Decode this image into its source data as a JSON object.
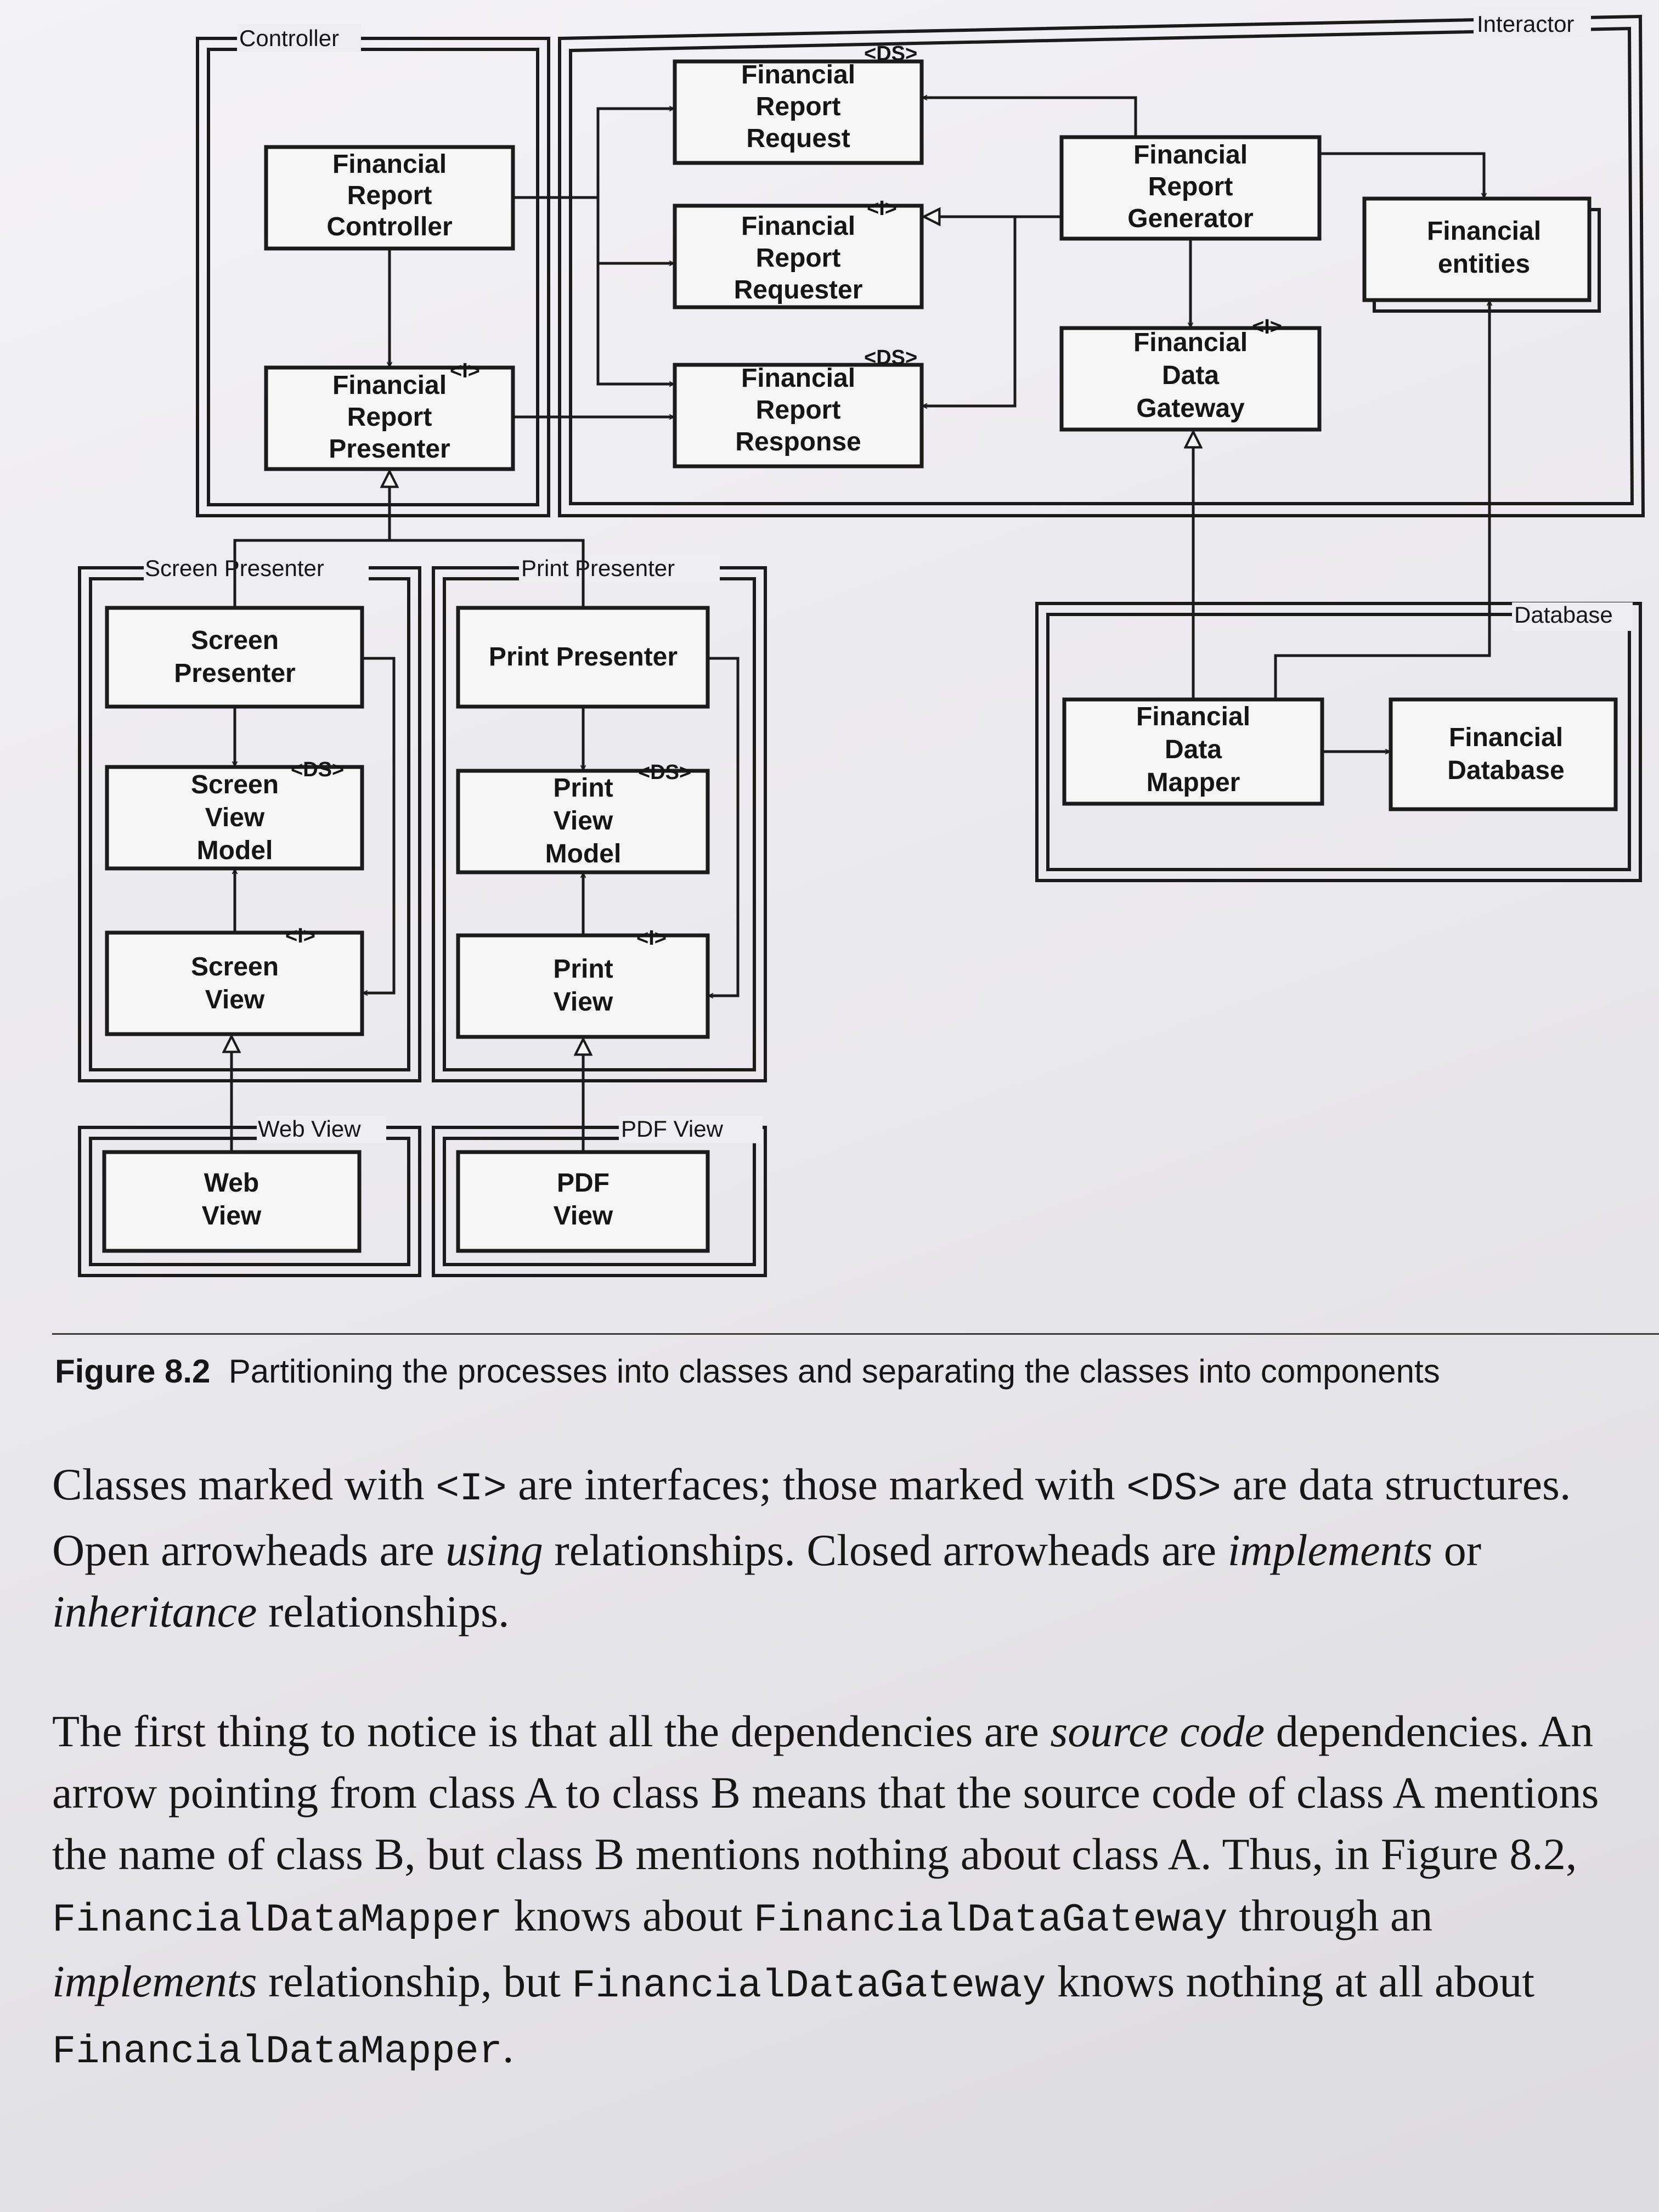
{
  "diagram": {
    "components": {
      "controller": "Controller",
      "interactor": "Interactor",
      "database": "Database",
      "screen_presenter": "Screen Presenter",
      "print_presenter": "Print Presenter",
      "web_view": "Web View",
      "pdf_view": "PDF View"
    },
    "classes": {
      "financial_report_controller": [
        "Financial",
        "Report",
        "Controller"
      ],
      "financial_report_presenter": [
        "Financial",
        "Report",
        "Presenter"
      ],
      "financial_report_request": [
        "Financial",
        "Report",
        "Request"
      ],
      "financial_report_requester": [
        "Financial",
        "Report",
        "Requester"
      ],
      "financial_report_response": [
        "Financial",
        "Report",
        "Response"
      ],
      "financial_report_generator": [
        "Financial",
        "Report",
        "Generator"
      ],
      "financial_data_gateway": [
        "Financial",
        "Data",
        "Gateway"
      ],
      "financial_entities": [
        "Financial",
        "entities"
      ],
      "financial_data_mapper": [
        "Financial",
        "Data",
        "Mapper"
      ],
      "financial_database": [
        "Financial",
        "Database"
      ],
      "screen_presenter": [
        "Screen",
        "Presenter"
      ],
      "screen_view_model": [
        "Screen",
        "View",
        "Model"
      ],
      "screen_view": [
        "Screen",
        "View"
      ],
      "print_presenter": [
        "Print Presenter"
      ],
      "print_view_model": [
        "Print",
        "View",
        "Model"
      ],
      "print_view": [
        "Print",
        "View"
      ],
      "web_view": [
        "Web",
        "View"
      ],
      "pdf_view": [
        "PDF",
        "View"
      ]
    },
    "stereotypes": {
      "interface": "<I>",
      "data_structure": "<DS>"
    }
  },
  "caption": {
    "label": "Figure 8.2",
    "text": "Partitioning the processes into classes and separating the classes into components"
  },
  "paragraph1": {
    "s1": "Classes marked with ",
    "c1": "<I>",
    "s2": " are interfaces; those marked with ",
    "c2": "<DS>",
    "s3": " are data structures. Open arrowheads are ",
    "i1": "using",
    "s4": " relationships. Closed arrowheads are ",
    "i2": "implements",
    "s5": " or ",
    "i3": "inheritance",
    "s6": " relationships."
  },
  "paragraph2": {
    "s1": "The first thing to notice is that all the dependencies are ",
    "i1": "source code",
    "s2": " dependencies. An arrow pointing from class A to class B means that the source code of class A mentions the name of class B, but class B mentions nothing about class A. Thus, in Figure 8.2, ",
    "c1": "FinancialDataMapper",
    "s3": " knows about ",
    "c2": "FinancialDataGateway",
    "s4": " through an ",
    "i2": "implements",
    "s5": " relationship, but ",
    "c3": "FinancialDataGateway",
    "s6": " knows nothing at all about ",
    "c4": "FinancialDataMapper",
    "s7": "."
  }
}
